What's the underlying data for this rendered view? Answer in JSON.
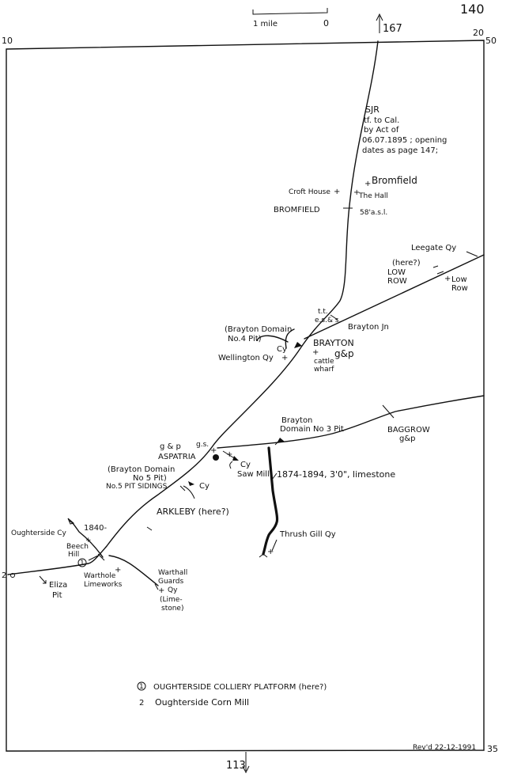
{
  "page": {
    "number": "140",
    "revision": "Rev'd 22-12-1991"
  },
  "scale_bar": {
    "label": "1 mile",
    "zero": "0"
  },
  "grid": {
    "top_left": "10",
    "top_right_x": "20",
    "top_right_y": "50",
    "bottom_right_y": "35"
  },
  "continuations": {
    "north": "167",
    "south": "113"
  },
  "line_note": {
    "l1": "SJR",
    "l2": "tf. to Cal.",
    "l3": "by Act of",
    "l4": "06.07.1895 ; opening",
    "l5": "dates as page 147;"
  },
  "places": {
    "bromfield_village": "Bromfield",
    "the_hall": "The Hall",
    "croft_house": "Croft House",
    "bromfield_station": "BROMFIELD",
    "bromfield_height": "58'a.s.l.",
    "leegate_qy": "Leegate Qy",
    "here_q": "(here?)",
    "low_row_station_1": "LOW",
    "low_row_station_2": "ROW",
    "low_row_village_1": "Low",
    "low_row_village_2": "Row",
    "tt": "t.t.",
    "es": "e.s.& s.",
    "brayton_jn": "Brayton Jn",
    "brayton_domain_4_1": "(Brayton Domain",
    "brayton_domain_4_2": "No.4 Pit)",
    "cy_brayton": "Cy",
    "wellington_qy": "Wellington Qy",
    "brayton": "BRAYTON",
    "brayton_gp": "g&p",
    "cattle_1": "cattle",
    "cattle_2": "wharf",
    "brayton_domain_3_1": "Brayton",
    "brayton_domain_3_2": "Domain No 3 Pit",
    "baggrow": "BAGGROW",
    "baggrow_gp": "g&p",
    "aspatria_gp": "g & p",
    "aspatria_gs": "g.s.",
    "aspatria": "ASPATRIA",
    "cy_aspatria": "Cy",
    "saw_mill": "Saw Mill",
    "limestone_line": "1874-1894, 3'0\", limestone",
    "brayton_domain_5_1": "(Brayton Domain",
    "brayton_domain_5_2": "No 5 Pit)",
    "no5_sidings": "No.5 PIT SIDINGS",
    "cy_no5": "Cy",
    "arkleby": "ARKLEBY (here?)",
    "thrush_gill": "Thrush Gill Qy",
    "oughterside_cy": "Oughterside Cy",
    "year_1840": "1840-",
    "beech_1": "Beech",
    "beech_2": "Hill",
    "marker_1": "1",
    "marker_2": "2",
    "warthole_1": "Warthole",
    "warthole_2": "Limeworks",
    "eliza_1": "Eliza",
    "eliza_2": "Pit",
    "warthall_1": "Warthall",
    "warthall_2": "Guards",
    "warthall_3": "Qy",
    "warthall_4": "(Lime-",
    "warthall_5": "stone)"
  },
  "legend": {
    "items": [
      {
        "marker": "1",
        "label": "OUGHTERSIDE COLLIERY PLATFORM (here?)"
      },
      {
        "marker": "2",
        "label": "Oughterside Corn Mill"
      }
    ]
  }
}
